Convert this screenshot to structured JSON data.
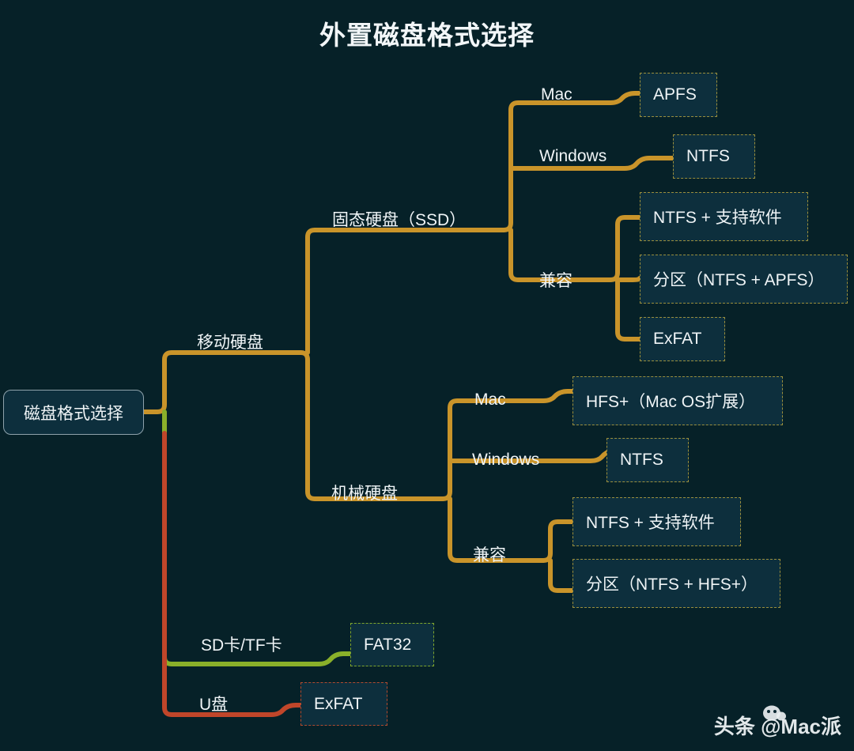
{
  "title": "外置磁盘格式选择",
  "colors": {
    "background": "#062128",
    "node_fill": "#0d2f3d",
    "text": "#eff4f6",
    "link_gold": "#c9942a",
    "link_green": "#8ab02a",
    "link_red": "#c0462a",
    "leaf_border_gold": "#9a8e3c",
    "leaf_border_green": "#7fa52c",
    "leaf_border_red": "#b24a2e",
    "root_border": "#8ea2ab"
  },
  "root": {
    "label": "磁盘格式选择"
  },
  "branch_labels": {
    "portable_drive": "移动硬盘",
    "ssd": "固态硬盘（SSD）",
    "hdd": "机械硬盘",
    "sd_card": "SD卡/TF卡",
    "usb_drive": "U盘",
    "ssd_mac": "Mac",
    "ssd_windows": "Windows",
    "ssd_compat": "兼容",
    "hdd_mac": "Mac",
    "hdd_windows": "Windows",
    "hdd_compat": "兼容"
  },
  "leaves": {
    "ssd_mac_format": "APFS",
    "ssd_windows_format": "NTFS",
    "ssd_compat_ntfs_software": "NTFS + 支持软件",
    "ssd_compat_partition": "分区（NTFS + APFS）",
    "ssd_compat_exfat": "ExFAT",
    "hdd_mac_format": "HFS+（Mac OS扩展）",
    "hdd_windows_format": "NTFS",
    "hdd_compat_ntfs_software": "NTFS + 支持软件",
    "hdd_compat_partition": "分区（NTFS + HFS+）",
    "sd_card_format": "FAT32",
    "usb_drive_format": "ExFAT"
  },
  "watermark": {
    "text": "头条 @Mac派"
  }
}
